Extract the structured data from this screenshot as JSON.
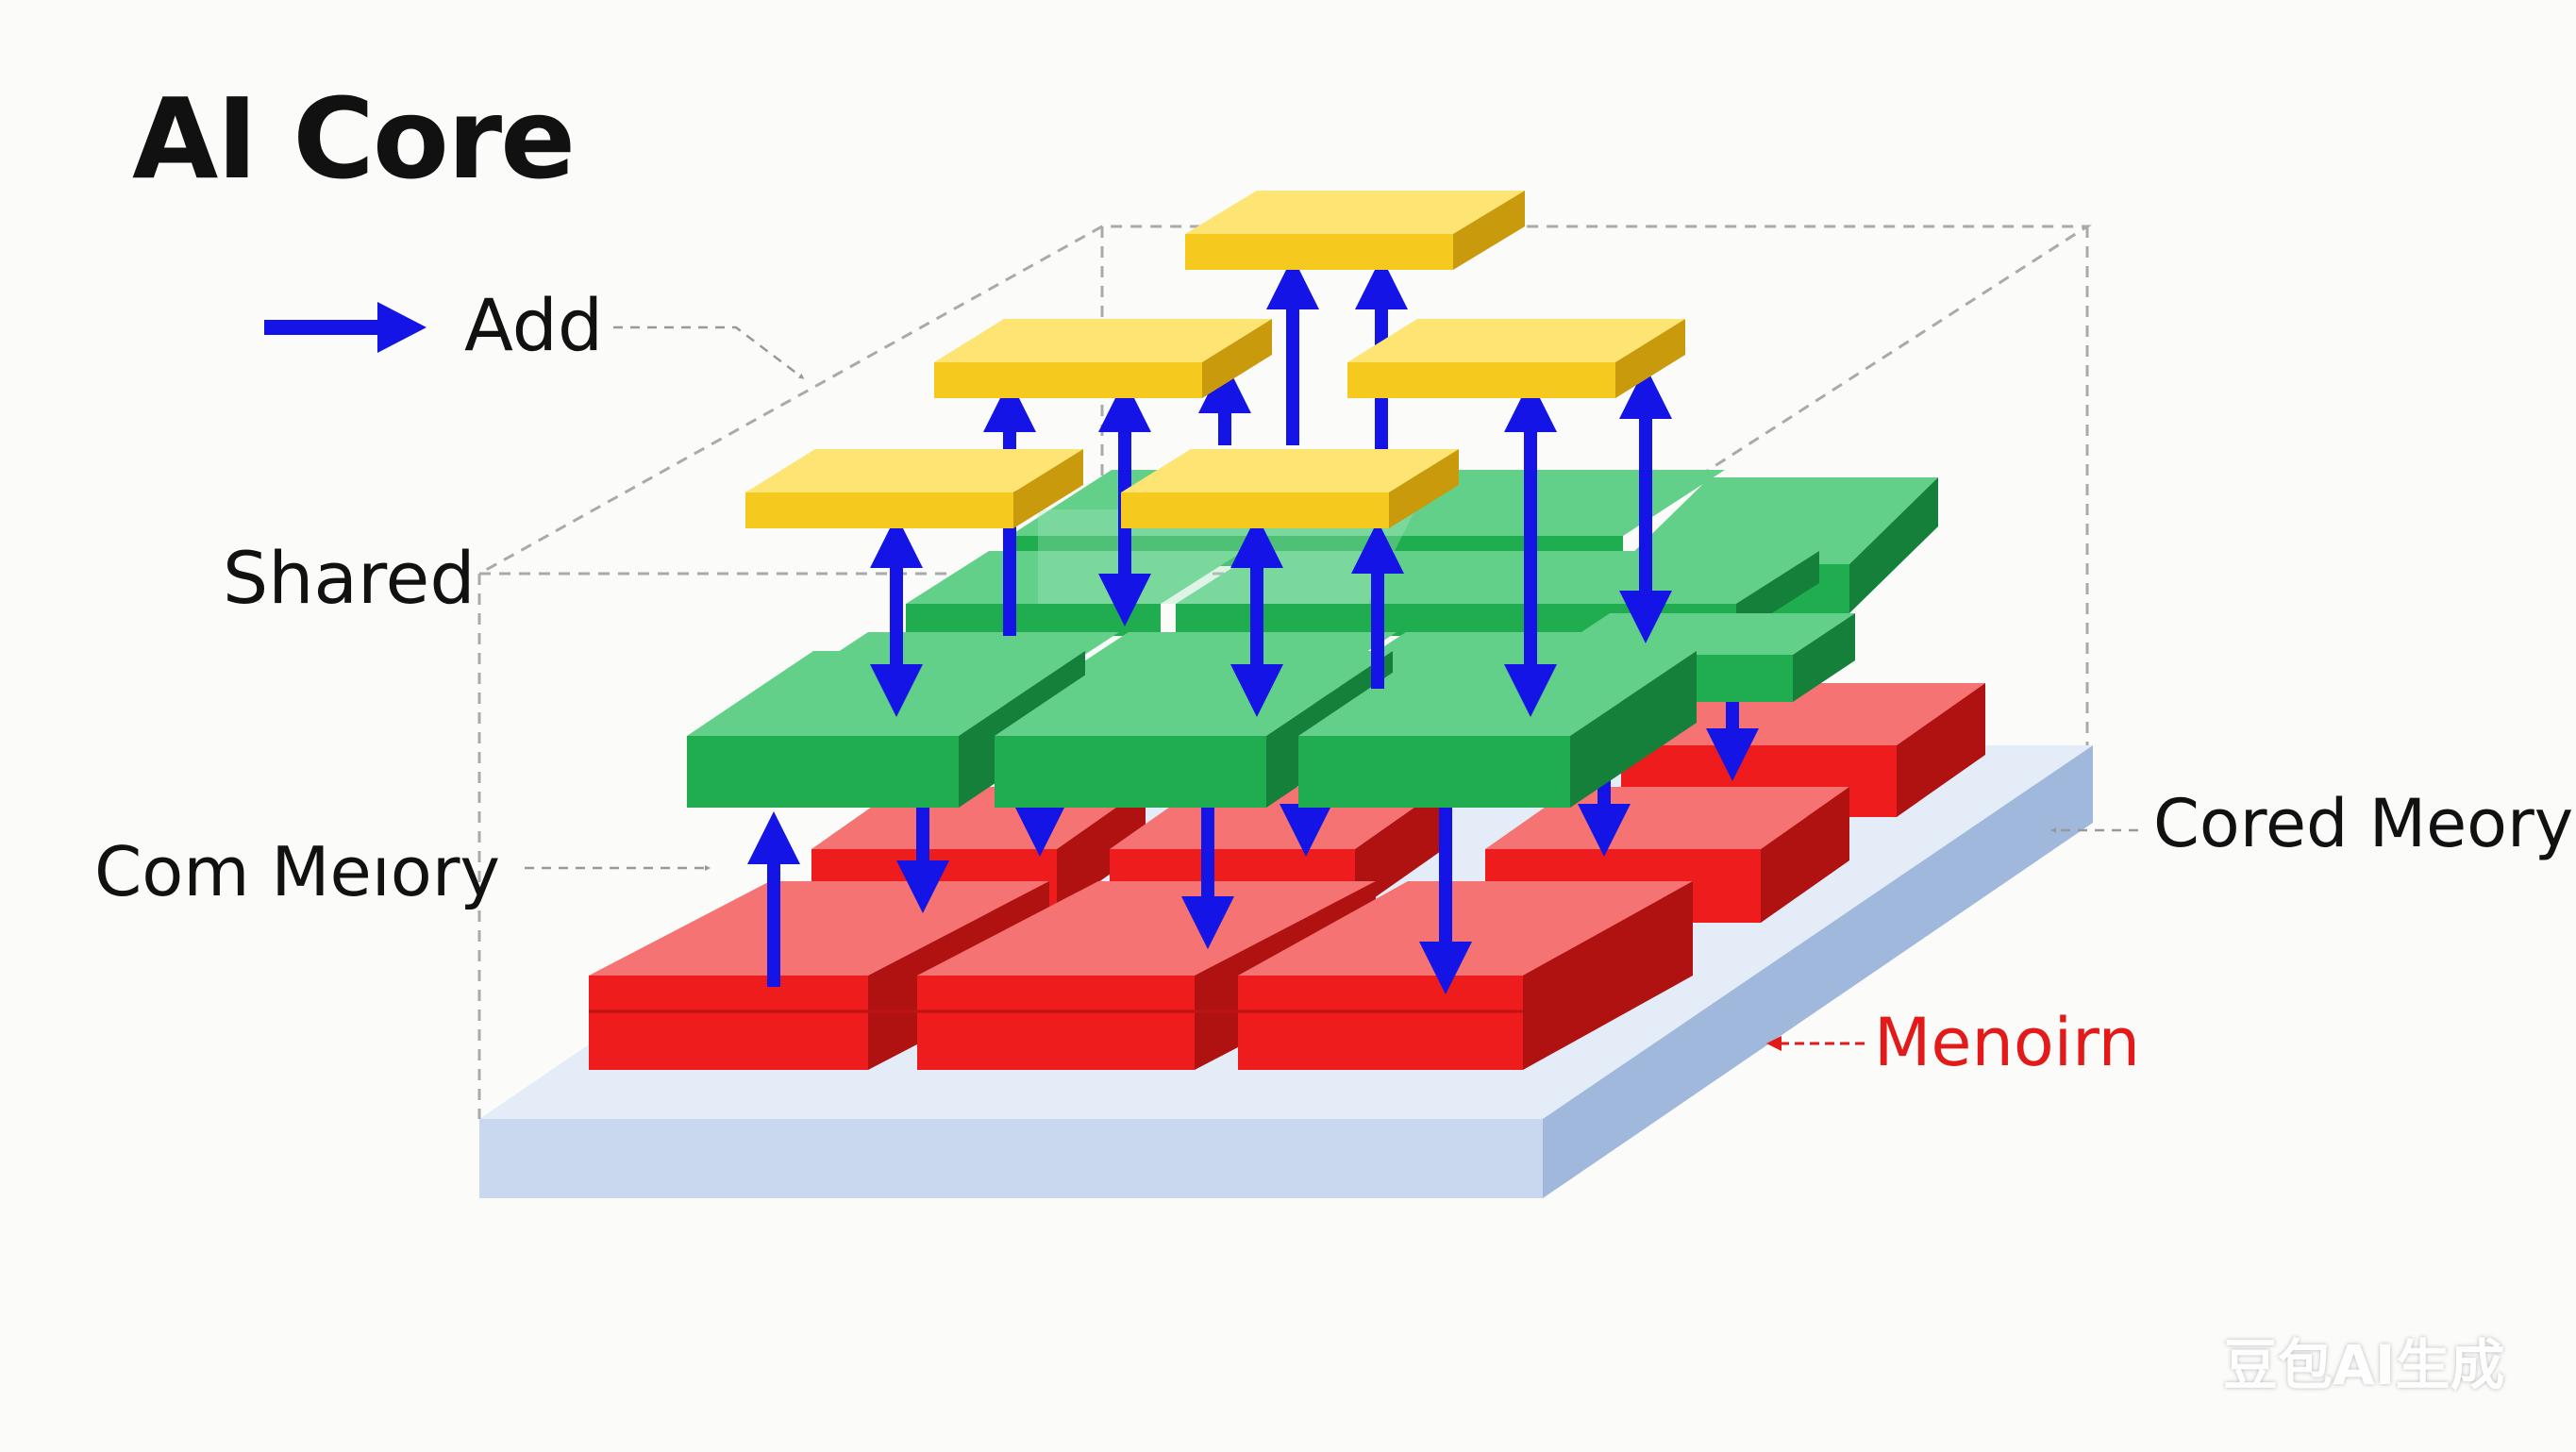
{
  "title": "AI Core",
  "labels": {
    "add": "Add",
    "shared": "Shared",
    "com_memory": "Com Meıory",
    "cored_memory": "Cored Meory",
    "menoirn": "Menoirn"
  },
  "watermark": "豆包AI生成",
  "colors": {
    "yellow": "#f5c91e",
    "green": "#1fad4f",
    "red": "#ee1c1c",
    "arrow": "#1414e6",
    "base": "#c9d8ef",
    "menoirn_text": "#e31a1a"
  },
  "icons": {
    "legend_arrow": "arrow-right-icon"
  }
}
